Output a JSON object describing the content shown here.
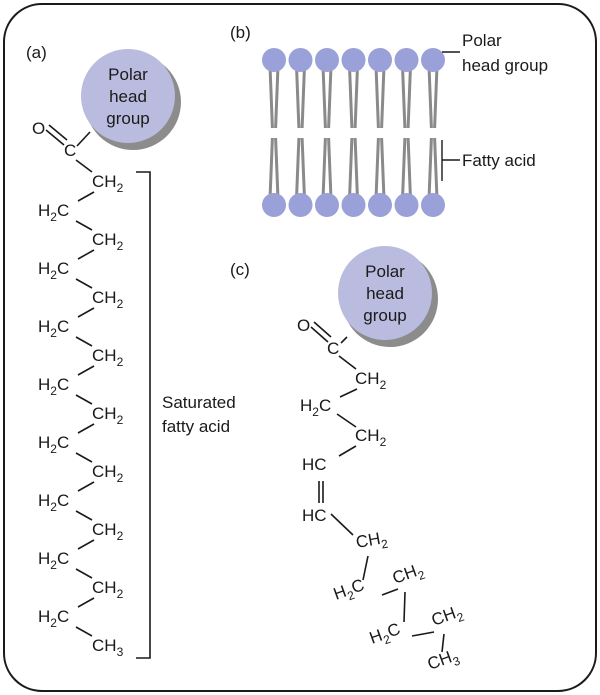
{
  "panels": {
    "a": {
      "label": "(a)",
      "head": [
        "Polar",
        "head",
        "group"
      ],
      "carbonyl_o": "O",
      "carbonyl_c": "C",
      "chain": [
        {
          "side": "R",
          "text": "CH",
          "sub": "2"
        },
        {
          "side": "L",
          "text": "H",
          "sub": "2",
          "after": "C"
        },
        {
          "side": "R",
          "text": "CH",
          "sub": "2"
        },
        {
          "side": "L",
          "text": "H",
          "sub": "2",
          "after": "C"
        },
        {
          "side": "R",
          "text": "CH",
          "sub": "2"
        },
        {
          "side": "L",
          "text": "H",
          "sub": "2",
          "after": "C"
        },
        {
          "side": "R",
          "text": "CH",
          "sub": "2"
        },
        {
          "side": "L",
          "text": "H",
          "sub": "2",
          "after": "C"
        },
        {
          "side": "R",
          "text": "CH",
          "sub": "2"
        },
        {
          "side": "L",
          "text": "H",
          "sub": "2",
          "after": "C"
        },
        {
          "side": "R",
          "text": "CH",
          "sub": "2"
        },
        {
          "side": "L",
          "text": "H",
          "sub": "2",
          "after": "C"
        },
        {
          "side": "R",
          "text": "CH",
          "sub": "2"
        },
        {
          "side": "L",
          "text": "H",
          "sub": "2",
          "after": "C"
        },
        {
          "side": "R",
          "text": "CH",
          "sub": "2"
        },
        {
          "side": "L",
          "text": "H",
          "sub": "2",
          "after": "C"
        },
        {
          "side": "R",
          "text": "CH",
          "sub": "3"
        }
      ],
      "bracket_label": [
        "Saturated",
        "fatty acid"
      ]
    },
    "b": {
      "label": "(b)",
      "head_label": [
        "Polar",
        "head group"
      ],
      "tail_label": "Fatty acid",
      "molecule_count": 7
    },
    "c": {
      "label": "(c)",
      "head": [
        "Polar",
        "head",
        "group"
      ],
      "carbonyl_o": "O",
      "carbonyl_c": "C",
      "atoms": [
        {
          "text": "CH",
          "sub": "2"
        },
        {
          "text": "H",
          "sub": "2",
          "after": "C"
        },
        {
          "text": "CH",
          "sub": "2"
        },
        {
          "text": "HC"
        },
        {
          "text": "HC"
        },
        {
          "text": "CH",
          "sub": "2"
        },
        {
          "text": "H",
          "sub": "2",
          "after": "C"
        },
        {
          "text": "CH",
          "sub": "2"
        },
        {
          "text": "H",
          "sub": "2",
          "after": "C"
        },
        {
          "text": "CH",
          "sub": "2"
        },
        {
          "text": "CH",
          "sub": "3"
        }
      ]
    }
  },
  "colors": {
    "head_large": "#b9bcdf",
    "head_small": "#9aa0d8",
    "tail": "#8a8a8a",
    "frame": "#1a1a1a"
  }
}
